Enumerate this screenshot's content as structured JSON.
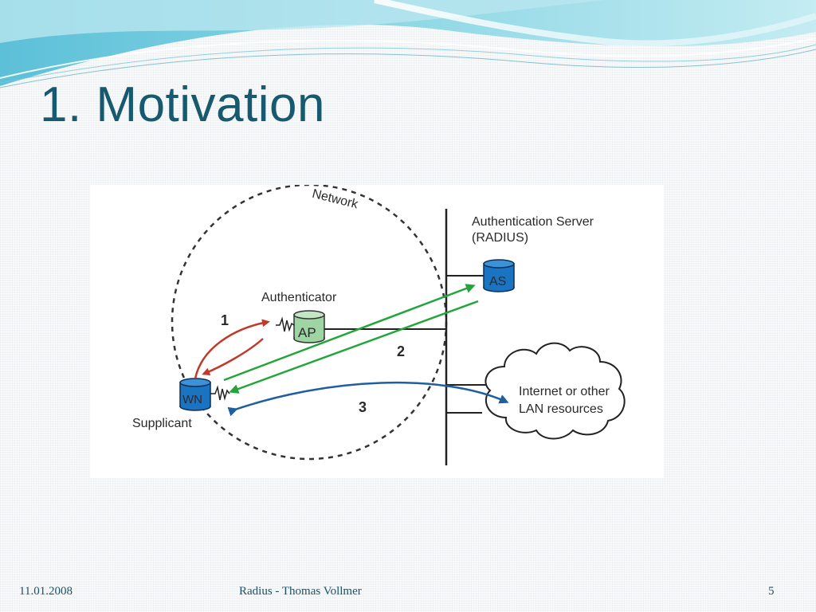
{
  "slide": {
    "title": "1. Motivation",
    "footer": {
      "date": "11.01.2008",
      "center": "Radius - Thomas Vollmer",
      "page": "5"
    }
  },
  "diagram": {
    "network_label": "Network",
    "authenticator_label": "Authenticator",
    "auth_server_label_line1": "Authentication Server",
    "auth_server_label_line2": "(RADIUS)",
    "supplicant_label": "Supplicant",
    "internet_label_line1": "Internet or other",
    "internet_label_line2": "LAN resources",
    "nodes": {
      "ap": "AP",
      "as": "AS",
      "wn": "WN"
    },
    "steps": {
      "one": "1",
      "two": "2",
      "three": "3"
    },
    "colors": {
      "step1": "#c0392b",
      "step2": "#22a63a",
      "step3": "#1f5f9e",
      "node_blue": "#1b74c2",
      "node_green": "#9fd4a3",
      "title": "#17596f"
    }
  }
}
